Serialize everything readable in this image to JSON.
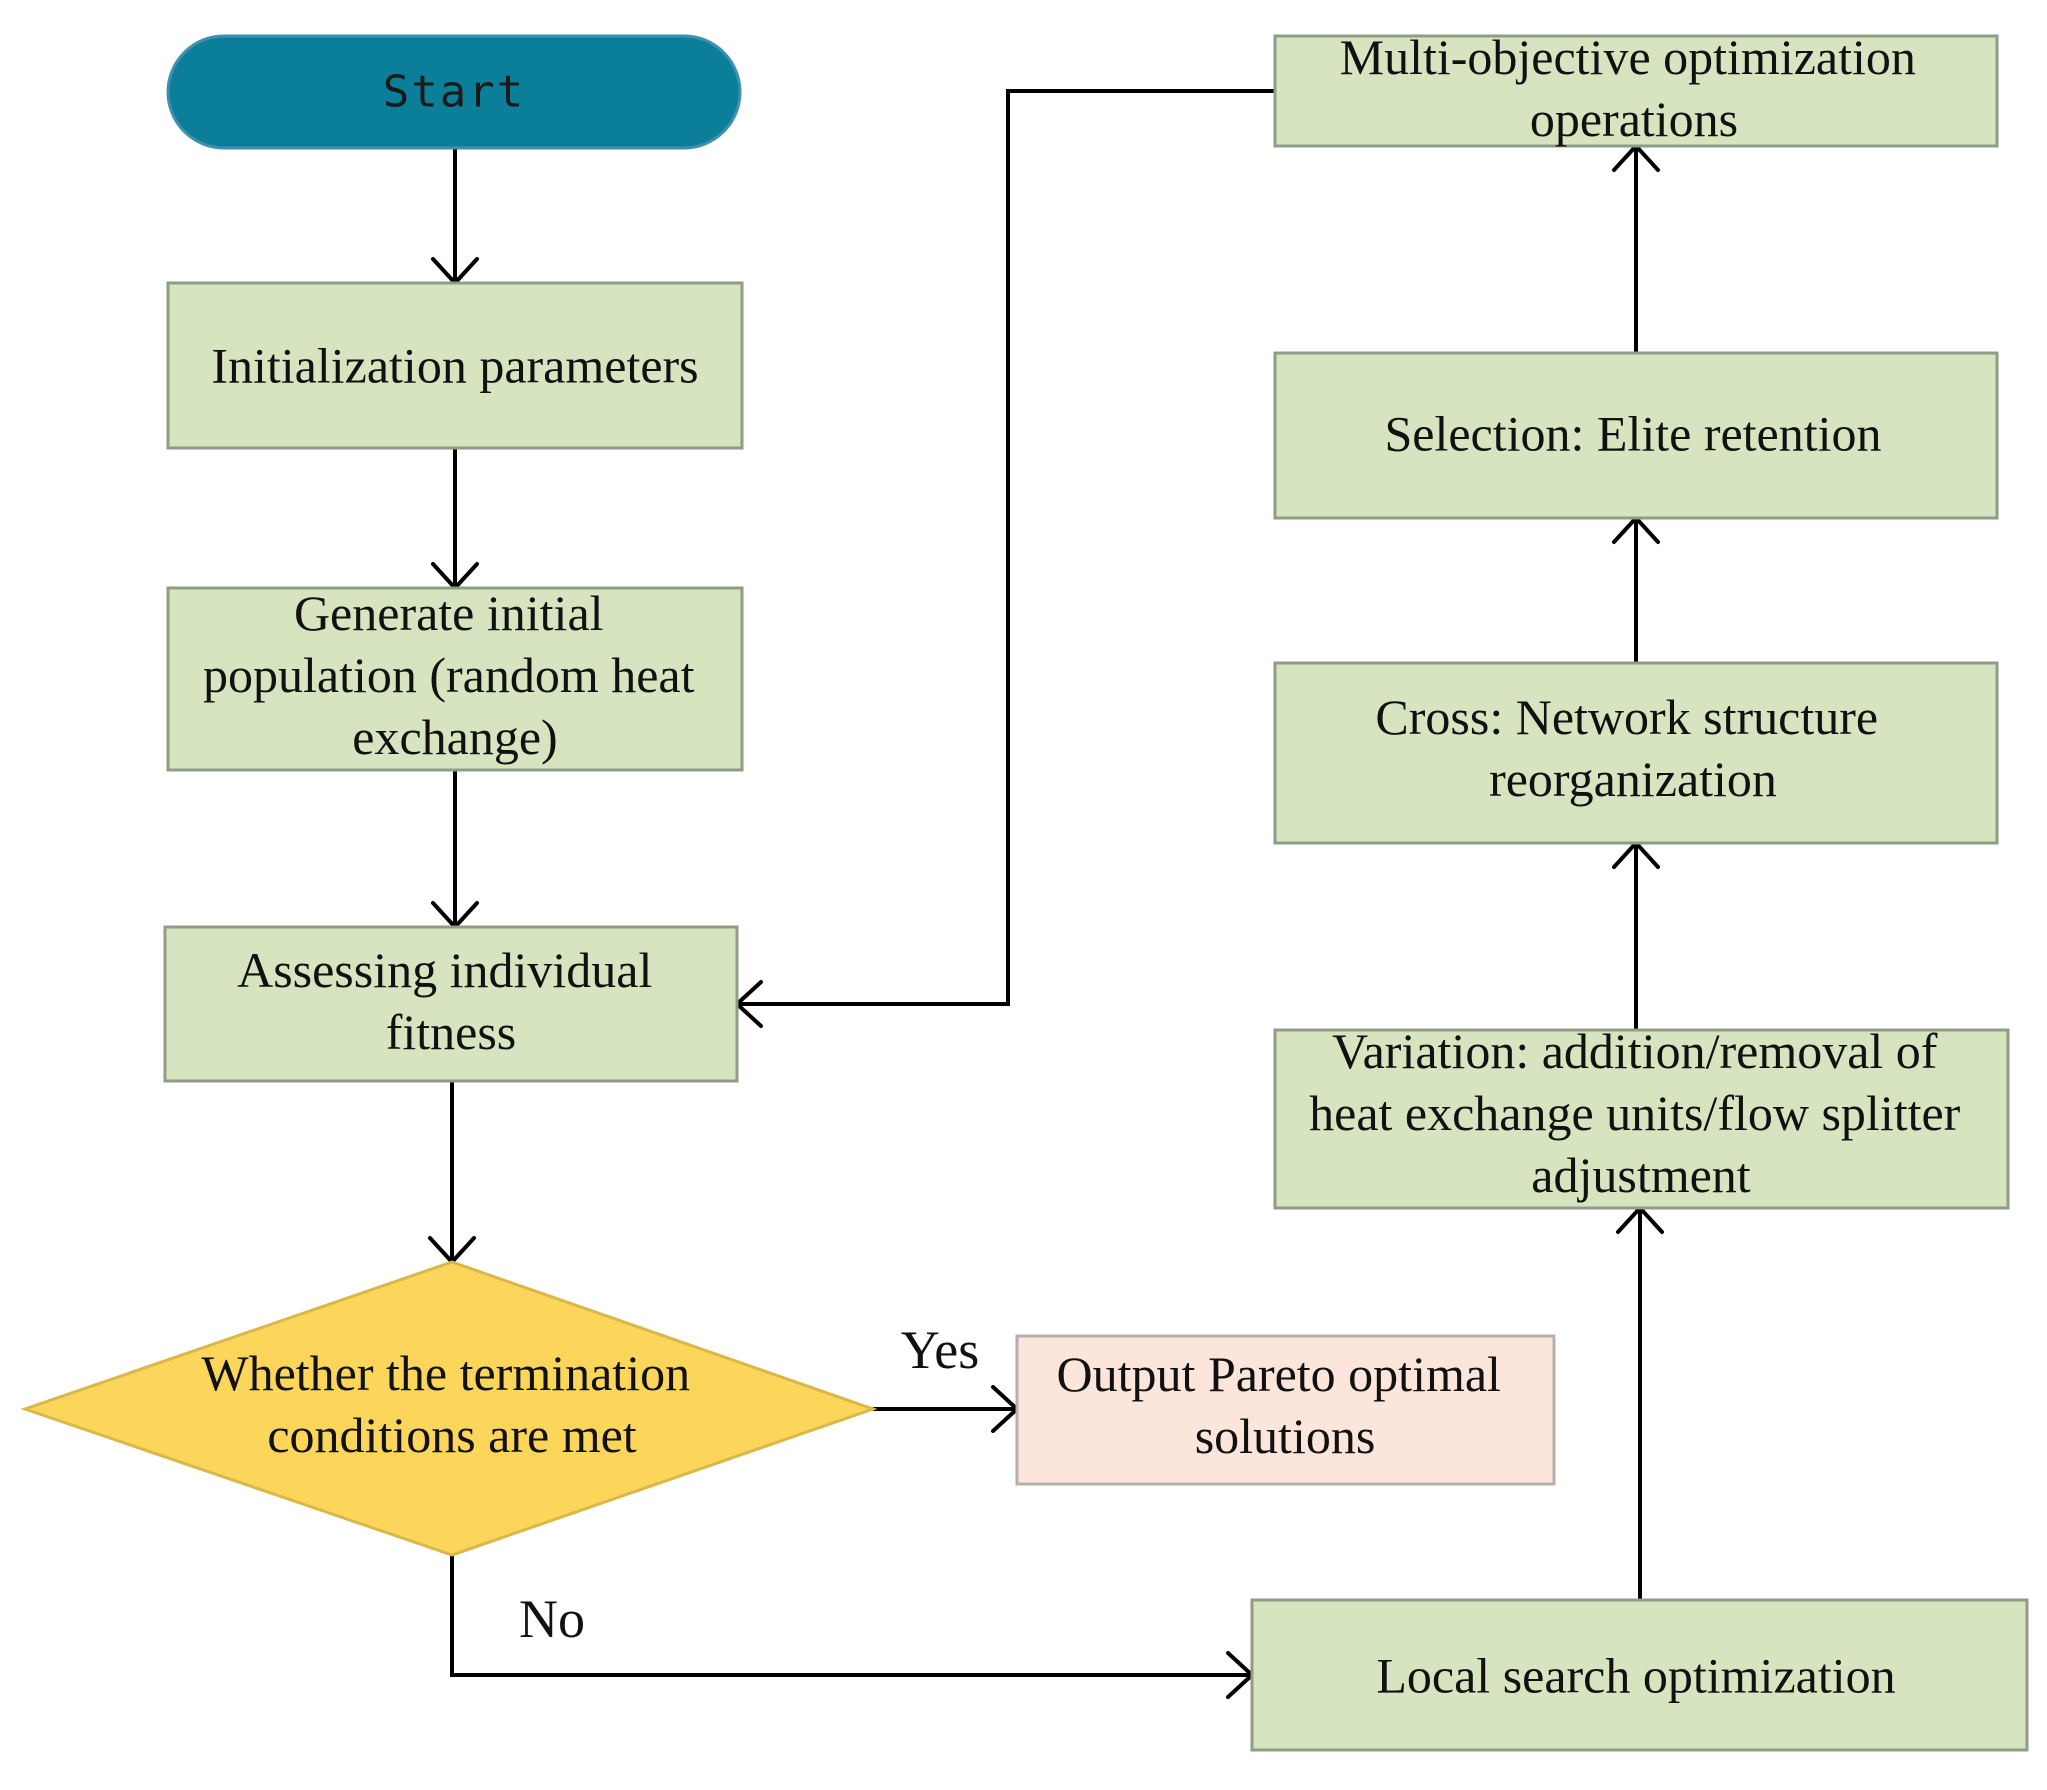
{
  "nodes": {
    "start": {
      "text": "Start",
      "fill": "#0b7f99",
      "stroke": "#3f8fb0"
    },
    "init": {
      "lines": [
        "Initialization parameters"
      ]
    },
    "generate": {
      "lines": [
        "Generate initial",
        "population (random heat",
        "exchange)"
      ]
    },
    "assess": {
      "lines": [
        "Assessing individual",
        "fitness"
      ]
    },
    "decision": {
      "lines": [
        "Whether the termination",
        "conditions are met"
      ],
      "fill": "#fcd55b",
      "stroke": "#d9b84a"
    },
    "output": {
      "lines": [
        "Output Pareto optimal",
        "solutions"
      ],
      "fill": "#fce6dc",
      "stroke": "#b6b0ad"
    },
    "local": {
      "lines": [
        "Local search optimization"
      ]
    },
    "variation": {
      "lines": [
        "Variation: addition/removal of",
        "heat exchange units/flow splitter",
        "adjustment"
      ]
    },
    "cross": {
      "lines": [
        "Cross: Network structure",
        "reorganization"
      ]
    },
    "selection": {
      "lines": [
        "Selection: Elite retention"
      ]
    },
    "multi": {
      "lines": [
        "Multi-objective optimization",
        "operations"
      ]
    }
  },
  "edge_labels": {
    "yes": "Yes",
    "no": "No"
  },
  "colors": {
    "process_fill": "#d6e4c0",
    "process_stroke": "#8e9e86"
  }
}
